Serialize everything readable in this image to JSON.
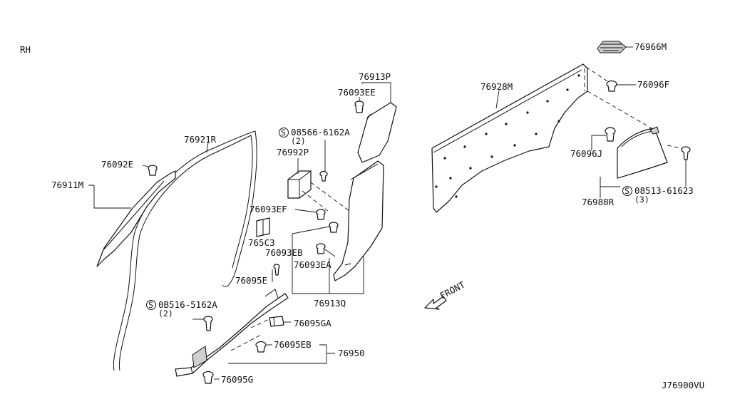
{
  "side_label": "RH",
  "diagram_code": "J76900VU",
  "front_label": "FRONT",
  "screw_symbol": "S",
  "parts": {
    "p76966M": "76966M",
    "p76096F": "76096F",
    "p76928M": "76928M",
    "p76096J": "76096J",
    "p08513": "08513-61623",
    "p08513_qty": "(3)",
    "p76988R": "76988R",
    "p76913P": "76913P",
    "p76093EE": "76093EE",
    "p08566": "08566-6162A",
    "p08566_qty": "(2)",
    "p76992P": "76992P",
    "p76093EF": "76093EF",
    "p765C3": "765C3",
    "p76093EB": "76093EB",
    "p76093EA": "76093EA",
    "p76913Q": "76913Q",
    "p76921R": "76921R",
    "p76092E": "76092E",
    "p76911M": "76911M",
    "p76095E": "76095E",
    "p0B516": "0B516-5162A",
    "p0B516_qty": "(2)",
    "p76095GA": "76095GA",
    "p76095EB": "76095EB",
    "p76950": "76950",
    "p76095G": "76095G"
  }
}
